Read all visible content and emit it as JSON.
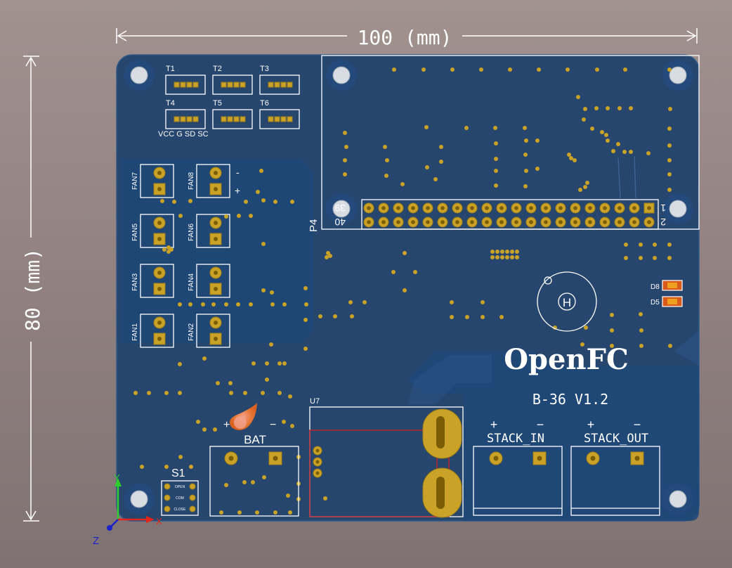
{
  "dimensions": {
    "width_label": "100 (mm)",
    "height_label": "80 (mm)"
  },
  "board": {
    "brand": "OpenFC",
    "version": "B-36 V1.2",
    "colors": {
      "substrate": "#27466e",
      "copper_pour": "#1f4878",
      "silkscreen": "#ffffff",
      "pad_gold": "#c9a227",
      "led": "#e8761e",
      "outline_red": "#d0202a"
    }
  },
  "labels": {
    "temps": [
      "T1",
      "T2",
      "T3",
      "T4",
      "T5",
      "T6"
    ],
    "temp_pinout": "VCC G SD SC",
    "fans": [
      "FAN7",
      "FAN8",
      "FAN5",
      "FAN6",
      "FAN3",
      "FAN4",
      "FAN1",
      "FAN2"
    ],
    "plus": "+",
    "minus": "−",
    "minus_ascii": "-",
    "header_name": "P4",
    "header_pins": {
      "top_left": "39",
      "bottom_left": "40",
      "top_right": "1",
      "bottom_right": "2"
    },
    "leds": [
      "D8",
      "D5"
    ],
    "hole_mark": "H",
    "battery": "BAT",
    "u7": "U7",
    "switch": "S1",
    "switch_pos": [
      "OPEN",
      "COM",
      "CLOSE"
    ],
    "stack_in": "STACK_IN",
    "stack_out": "STACK_OUT"
  },
  "axes": {
    "x": "X",
    "y": "Y",
    "z": "Z",
    "colors": {
      "x": "#e3241b",
      "y": "#2ecf2a",
      "z": "#1d21c8"
    }
  }
}
